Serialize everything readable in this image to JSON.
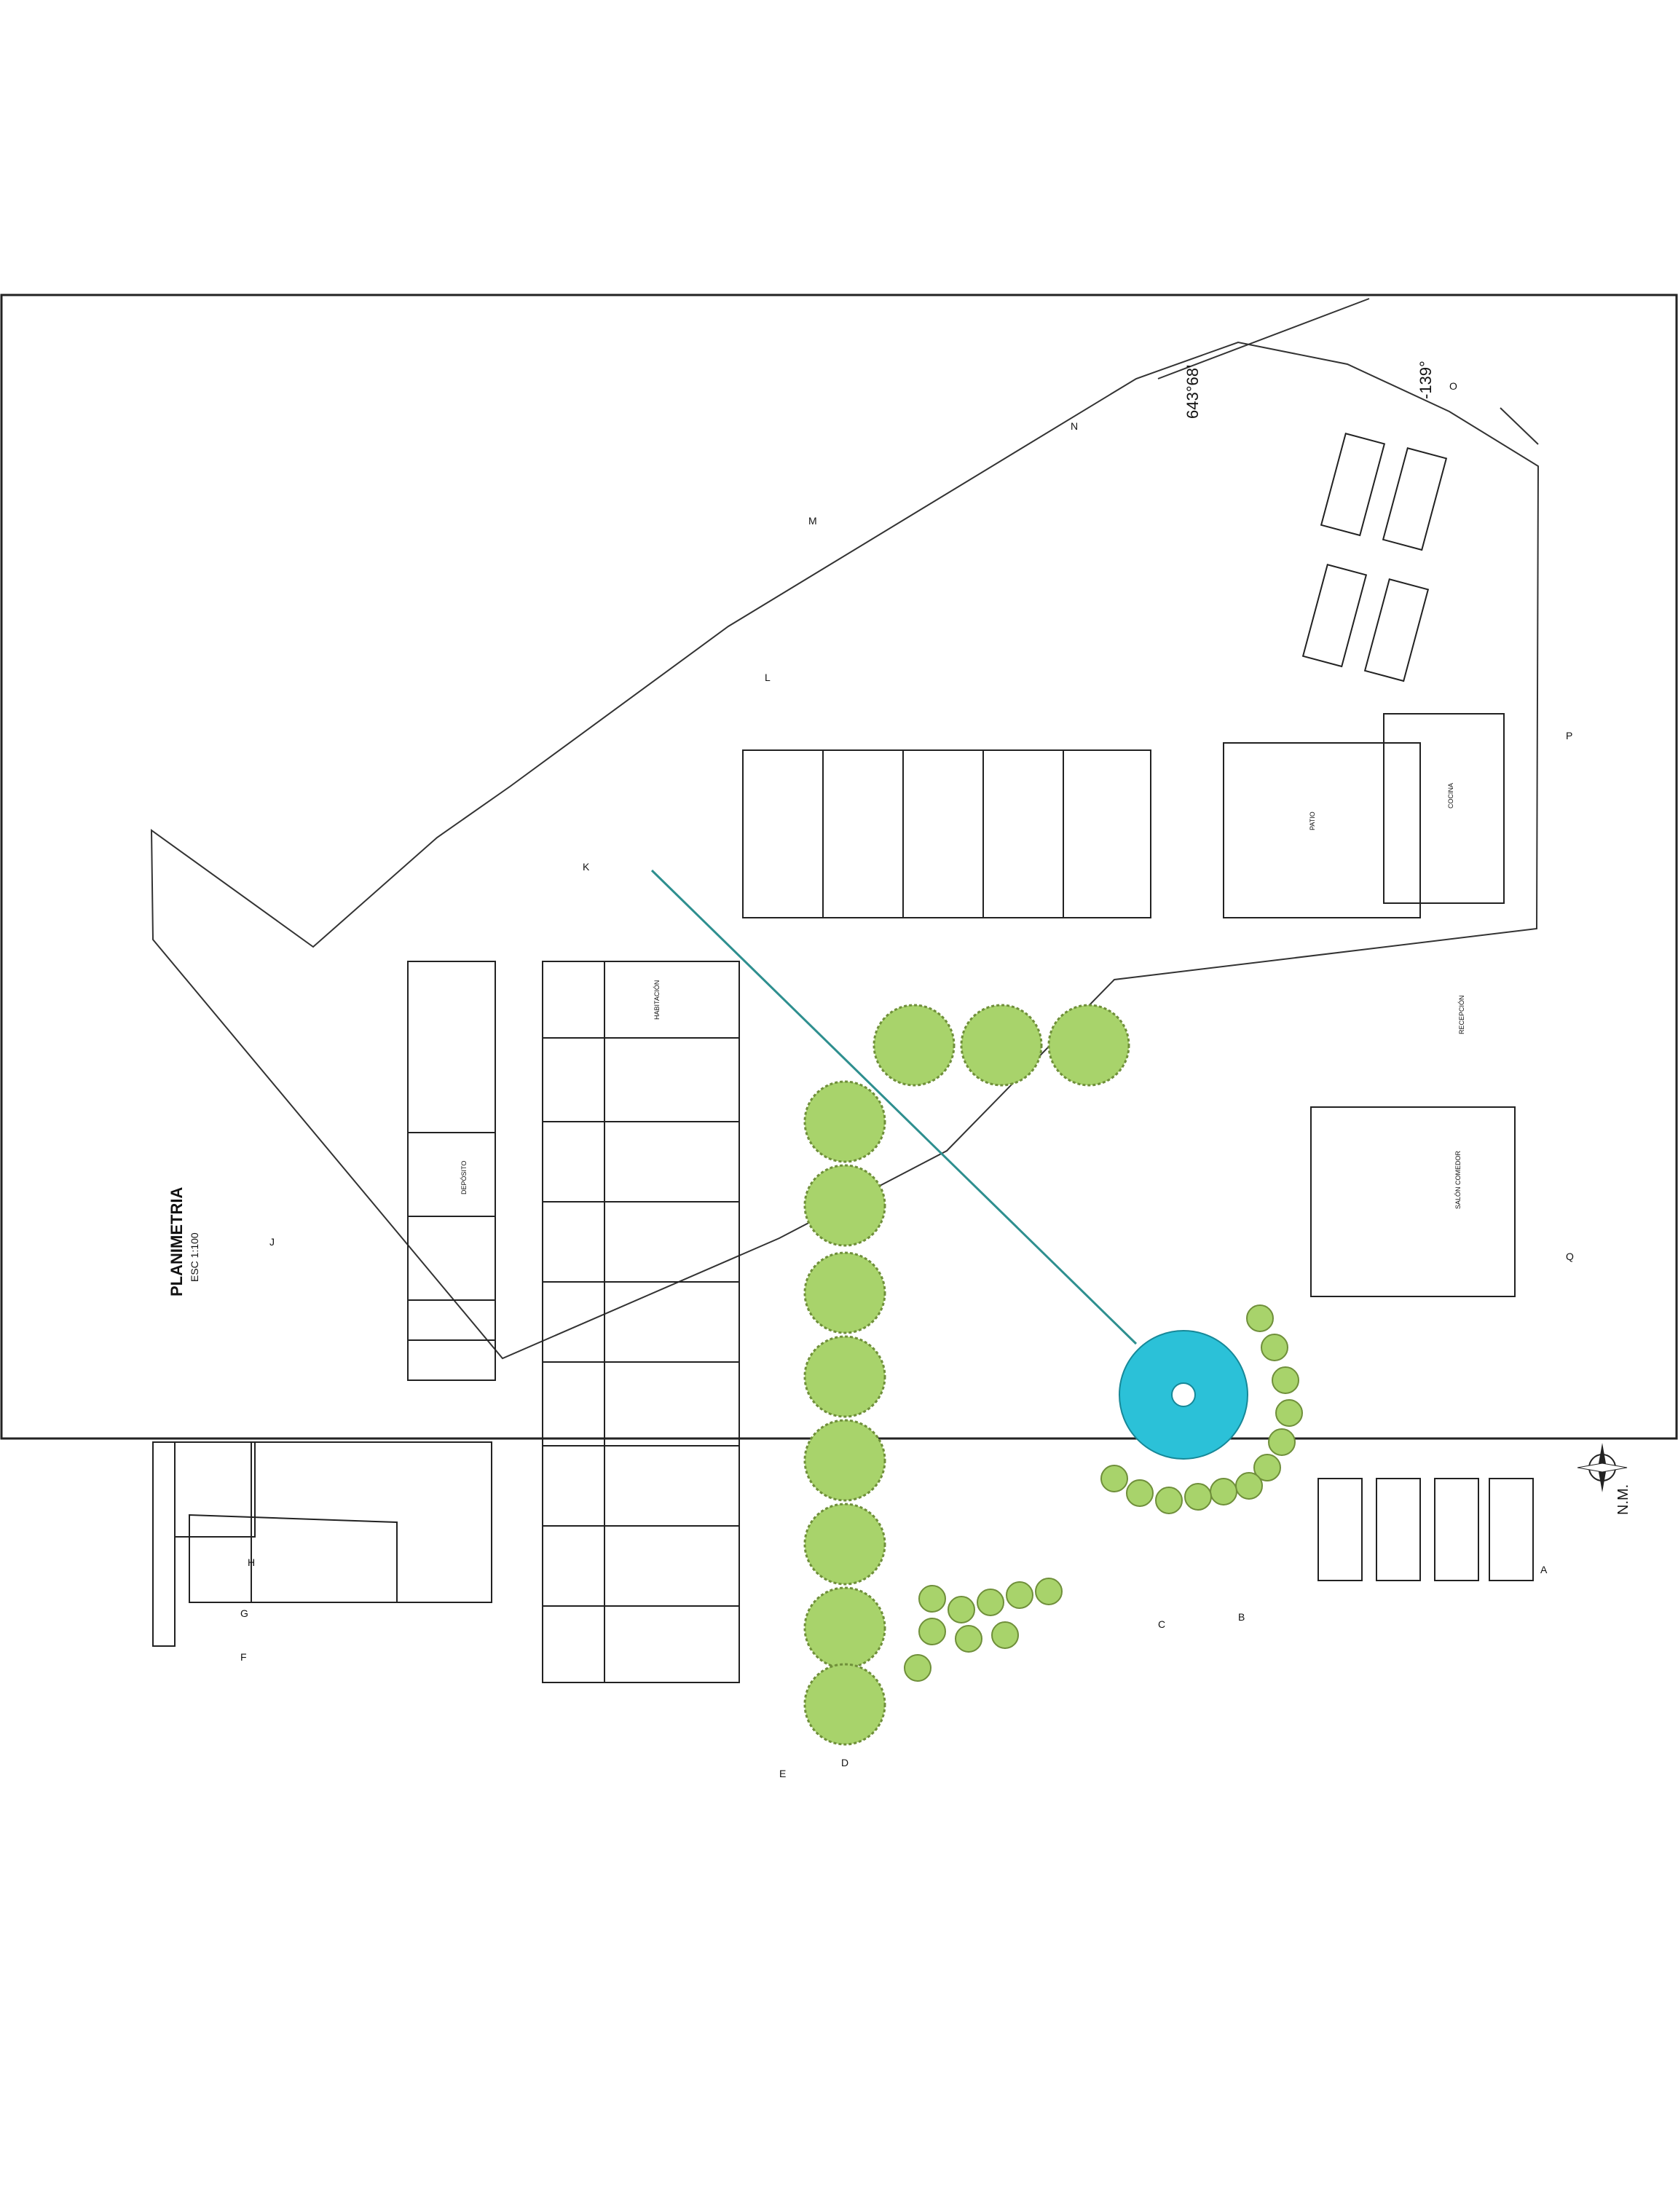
{
  "sheet": {
    "title": "PLANIMETRIA",
    "scale": "ESC 1:100",
    "north_label": "N.M."
  },
  "axes": [
    "A",
    "B",
    "C",
    "D",
    "E",
    "F",
    "G",
    "H",
    "J",
    "K",
    "L",
    "M",
    "N",
    "O",
    "P",
    "Q"
  ],
  "rooms": {
    "habitacion": "HABITACIÓN",
    "deposito": "DEPÓSITO",
    "cocina": "COCINA",
    "salon": "SALÓN COMEDOR",
    "recepcion": "RECEPCIÓN",
    "patio": "PATIO"
  },
  "annotations": {
    "angle": "643°68'",
    "bearing": "-139°"
  },
  "colors": {
    "line": "#222222",
    "tree_fill": "#a8d36b",
    "tree_edge": "#6f8f3a",
    "pool": "#2bc1d8",
    "guide_line": "#2e8f8f"
  }
}
